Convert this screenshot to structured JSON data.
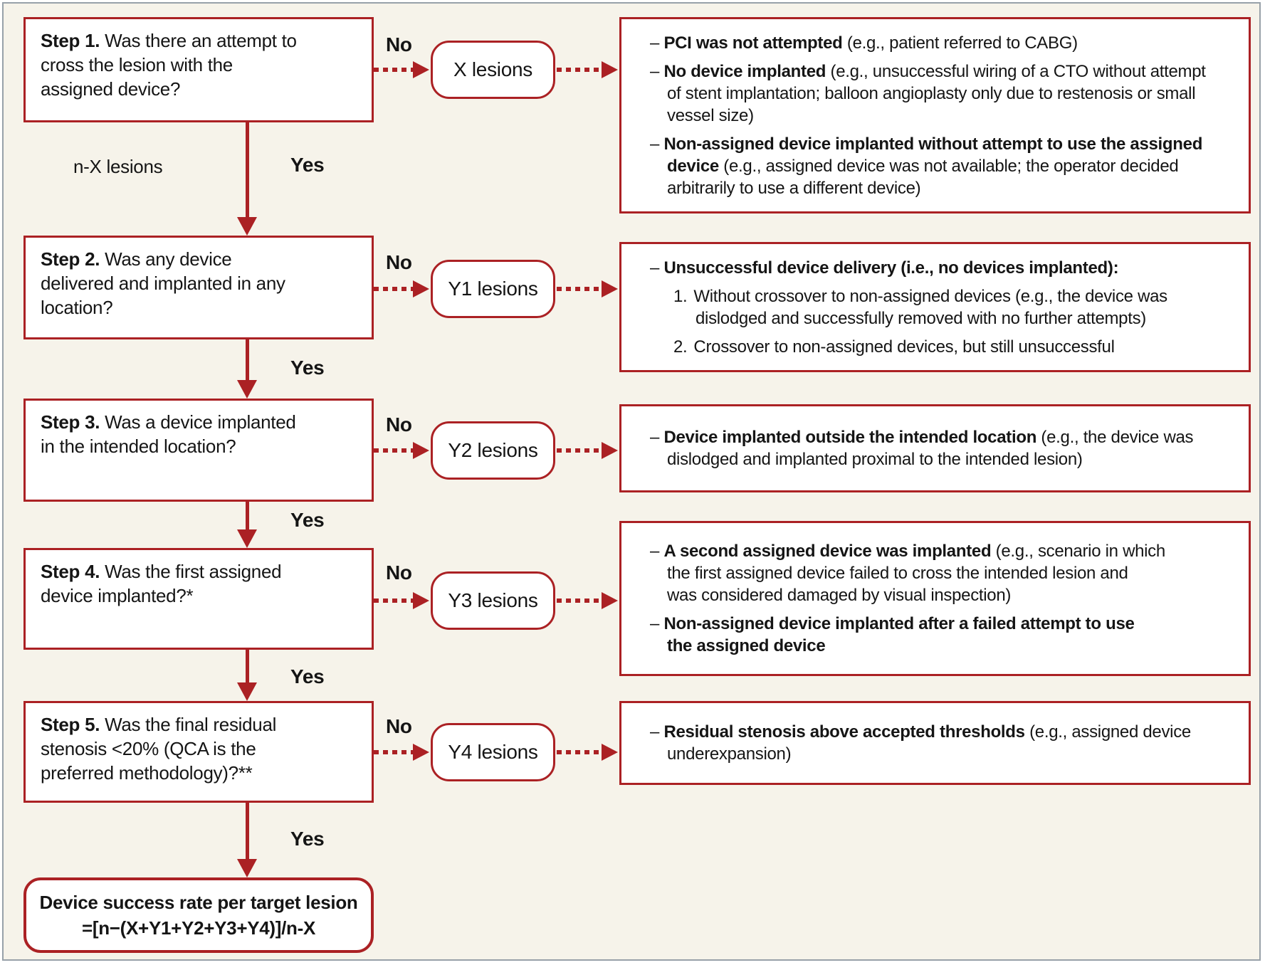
{
  "colors": {
    "red": "#ab2124",
    "background": "#f6f3ea",
    "frame_border": "#98a1a9",
    "box_fill": "#ffffff",
    "text": "#151515"
  },
  "glyphs": {
    "dash": "–"
  },
  "connectors": {
    "no": "No",
    "yes": "Yes",
    "n_x": "n-X lesions"
  },
  "steps": [
    {
      "label": "Step 1.",
      "question": " Was there an attempt to\ncross the lesion with the\nassigned device?"
    },
    {
      "label": "Step 2.",
      "question": " Was any device\ndelivered and implanted in any\nlocation?"
    },
    {
      "label": "Step 3.",
      "question": " Was a device implanted\nin the intended location?"
    },
    {
      "label": "Step 4.",
      "question": " Was the first assigned\ndevice implanted?*"
    },
    {
      "label": "Step 5.",
      "question": " Was the final residual\nstenosis <20% (QCA is the\npreferred methodology)?**"
    }
  ],
  "pills": [
    {
      "label": "X lesions"
    },
    {
      "label": "Y1 lesions"
    },
    {
      "label": "Y2 lesions"
    },
    {
      "label": "Y3 lesions"
    },
    {
      "label": "Y4 lesions"
    }
  ],
  "right_boxes": [
    {
      "bullets": [
        {
          "lead": "PCI was not attempted",
          "rest": " (e.g., patient referred to CABG)"
        },
        {
          "lead": "No device implanted",
          "rest": " (e.g., unsuccessful wiring of a CTO without attempt\nof stent implantation; balloon angioplasty only due to restenosis or small\nvessel size)"
        },
        {
          "lead": "Non-assigned device implanted without attempt to use the assigned\ndevice",
          "rest": " (e.g., assigned device was not available; the operator decided\narbitrarily to use a different device)"
        }
      ]
    },
    {
      "bullets": [
        {
          "lead": "Unsuccessful device delivery (i.e., no devices implanted):",
          "rest": ""
        }
      ],
      "numbered": [
        {
          "n": "1.",
          "text": "Without crossover to non-assigned devices (e.g., the device was\ndislodged and successfully removed with no further attempts)"
        },
        {
          "n": "2.",
          "text": "Crossover to non-assigned devices, but still unsuccessful"
        }
      ]
    },
    {
      "bullets": [
        {
          "lead": "Device implanted outside the intended location",
          "rest": " (e.g., the device was\ndislodged and implanted proximal to the intended lesion)"
        }
      ]
    },
    {
      "bullets": [
        {
          "lead": "A second assigned device was implanted",
          "rest": " (e.g., scenario in which\nthe first assigned device failed to cross the intended lesion and\nwas considered damaged by visual inspection)"
        },
        {
          "lead": "Non-assigned device implanted after a failed attempt to use\nthe assigned device",
          "rest": ""
        }
      ]
    },
    {
      "bullets": [
        {
          "lead": "Residual stenosis above accepted thresholds",
          "rest": " (e.g., assigned device\nunderexpansion)"
        }
      ]
    }
  ],
  "final_box": {
    "line1": "Device success rate per target lesion",
    "line2": "=[n−(X+Y1+Y2+Y3+Y4)]/n-X"
  }
}
